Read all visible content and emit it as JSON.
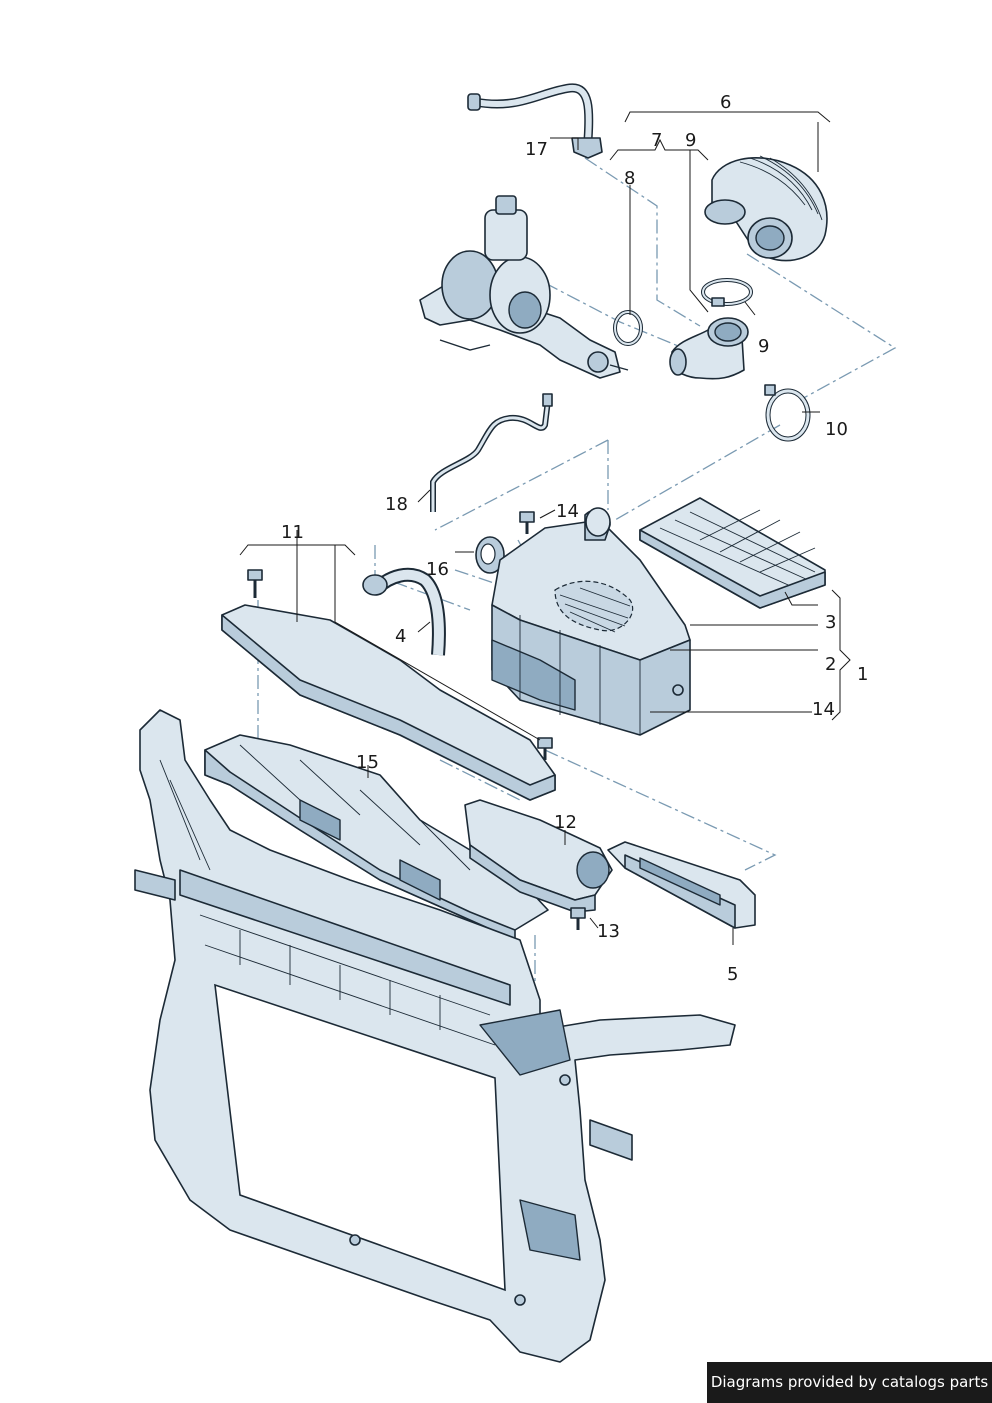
{
  "callouts": [
    {
      "label": "1"
    },
    {
      "label": "2"
    },
    {
      "label": "3"
    },
    {
      "label": "4"
    },
    {
      "label": "5"
    },
    {
      "label": "6"
    },
    {
      "label": "7"
    },
    {
      "label": "8"
    },
    {
      "label": "9"
    },
    {
      "label": "9"
    },
    {
      "label": "10"
    },
    {
      "label": "11"
    },
    {
      "label": "12"
    },
    {
      "label": "13"
    },
    {
      "label": "14"
    },
    {
      "label": "14"
    },
    {
      "label": "15"
    },
    {
      "label": "16"
    },
    {
      "label": "17"
    },
    {
      "label": "18"
    }
  ],
  "footer": {
    "text": "Diagrams provided by catalogs parts"
  },
  "colors": {
    "part_fill": "#dbe6ee",
    "part_shade": "#b9ccdb",
    "outline": "#1c2a36",
    "dash": "#7a9ab2",
    "footer_bg": "#1a1a1a"
  }
}
